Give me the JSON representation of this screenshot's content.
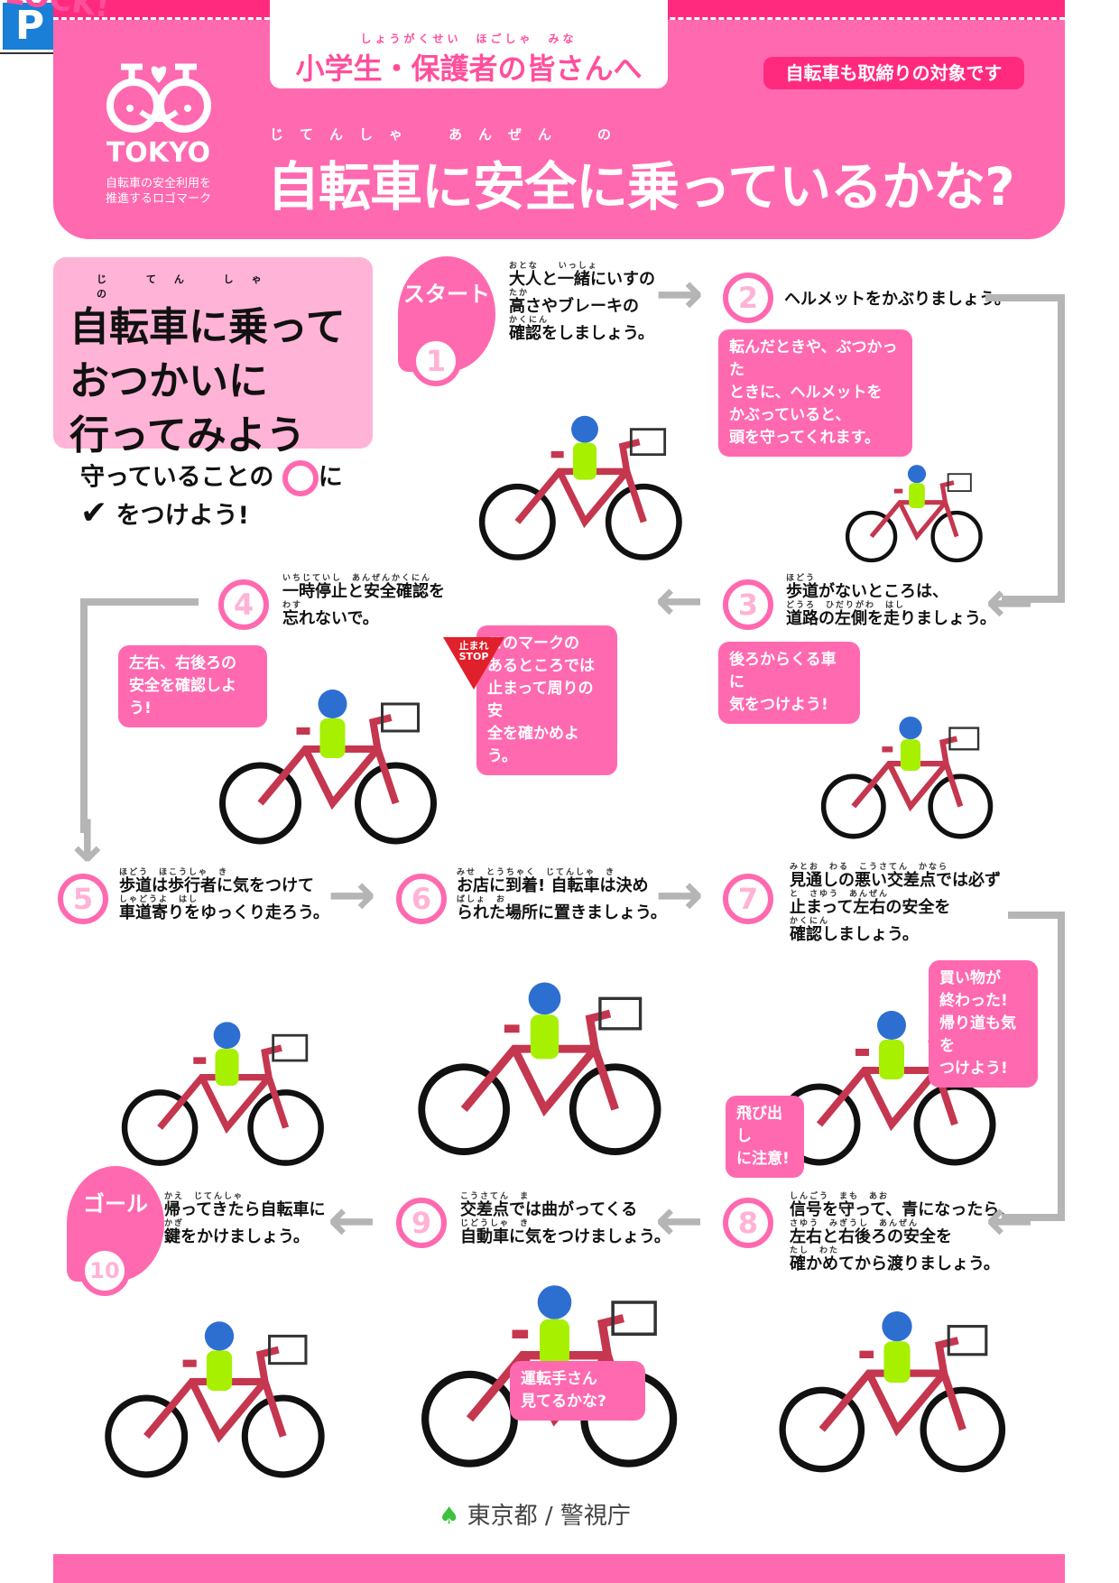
{
  "header": {
    "audience_ruby": "しょうがくせい　ほごしゃ　みな",
    "audience": "小学生・保護者の皆さんへ",
    "badge": "自転車も取締りの対象です",
    "title_ruby": "じてんしゃ　あんぜん　の",
    "title": "自転車に安全に乗っているかな?",
    "logo_text": "TOKYO",
    "logo_caption_1": "自転車の安全利用を",
    "logo_caption_2": "推進するロゴマーク"
  },
  "intro": {
    "ruby": "じ てん しゃ　　の",
    "lines": [
      "自転車に乗って",
      "おつかいに",
      "行ってみよう"
    ],
    "check_1a": "守っていることの",
    "check_1b": "に",
    "check_2": "をつけよう!"
  },
  "steps": [
    {
      "num": "1",
      "label": "スタート",
      "furigana": [
        "おとな　　いっしょ",
        "たか",
        "かくにん"
      ],
      "lines": [
        "大人と一緒にいすの",
        "高さやブレーキの",
        "確認をしましょう。"
      ]
    },
    {
      "num": "2",
      "furigana": [
        ""
      ],
      "lines": [
        "ヘルメットをかぶりましょう。"
      ],
      "bubbles": [
        [
          "転んだときや、ぶつかった",
          "ときに、ヘルメットを",
          "かぶっていると、",
          "頭を守ってくれます。"
        ]
      ]
    },
    {
      "num": "3",
      "furigana": [
        "ほどう",
        "どうろ　ひだりがわ　はし"
      ],
      "lines": [
        "歩道がないところは、",
        "道路の左側を走りましょう。"
      ],
      "bubbles": [
        [
          "後ろからくる車に",
          "気をつけよう!"
        ]
      ]
    },
    {
      "num": "4",
      "furigana": [
        "いちじていし　あんぜんかくにん",
        "わす"
      ],
      "lines": [
        "一時停止と安全確認を",
        "忘れないで。"
      ],
      "bubbles": [
        [
          "左右、右後ろの",
          "安全を確認しよう!"
        ],
        [
          "このマークの",
          "あるところでは",
          "止まって周りの安",
          "全を確かめよう。"
        ]
      ],
      "sign": "止まれ STOP"
    },
    {
      "num": "5",
      "furigana": [
        "ほどう　ほこうしゃ　き",
        "しゃどうよ　はし"
      ],
      "lines": [
        "歩道は歩行者に気をつけて",
        "車道寄りをゆっくり走ろう。"
      ]
    },
    {
      "num": "6",
      "furigana": [
        "みせ　とうちゃく　じてんしゃ　き",
        "ばしょ　お"
      ],
      "lines": [
        "お店に到着! 自転車は決め",
        "られた場所に置きましょう。"
      ],
      "sign": "P"
    },
    {
      "num": "7",
      "furigana": [
        "みとお　わる　こうさてん　かなら",
        "と　さゆう　あんぜん",
        "かくにん"
      ],
      "lines": [
        "見通しの悪い交差点では必ず",
        "止まって左右の安全を",
        "確認しましょう。"
      ],
      "bubbles": [
        [
          "買い物が",
          "終わった!",
          "帰り道も気を",
          "つけよう!"
        ],
        [
          "飛び出し",
          "に注意!"
        ]
      ]
    },
    {
      "num": "8",
      "furigana": [
        "しんごう　まも　あお",
        "さゆう　みぎうし　あんぜん",
        "たし　わた"
      ],
      "lines": [
        "信号を守って、青になったら、",
        "左右と右後ろの安全を",
        "確かめてから渡りましょう。"
      ]
    },
    {
      "num": "9",
      "furigana": [
        "こうさてん　ま",
        "じどうしゃ　き"
      ],
      "lines": [
        "交差点では曲がってくる",
        "自動車に気をつけましょう。"
      ],
      "bubbles": [
        [
          "運転手さん",
          "見てるかな?"
        ]
      ]
    },
    {
      "num": "10",
      "label": "ゴール",
      "furigana": [
        "かえ　じてんしゃ",
        "かぎ"
      ],
      "lines": [
        "帰ってきたら自転車に",
        "鍵をかけましょう。"
      ],
      "sign": "LOCK!"
    }
  ],
  "footer": {
    "text": "東京都 / 警視庁"
  },
  "colors": {
    "pink": "#ff69b0",
    "deep_pink": "#ff2a7e",
    "light_pink": "#ffb3d6",
    "arrow_gray": "#b5b5b5"
  }
}
